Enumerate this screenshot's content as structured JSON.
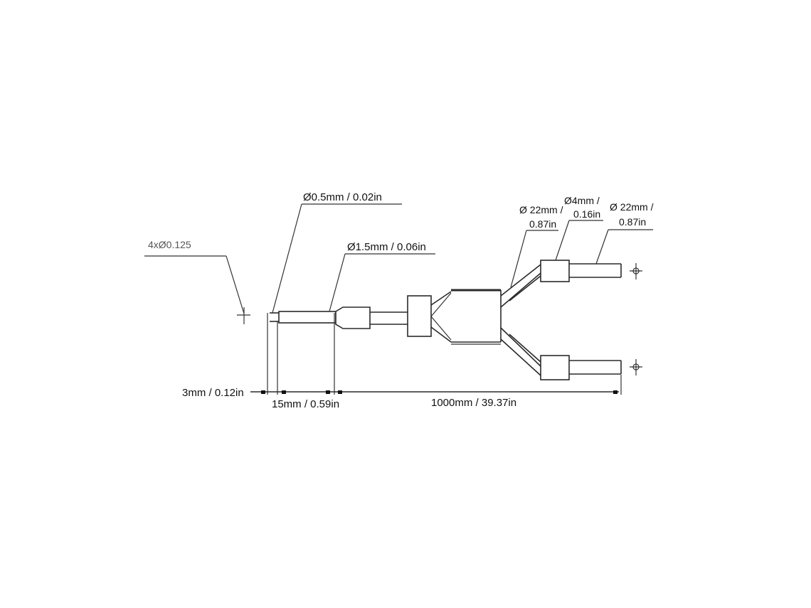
{
  "diagram": {
    "labels": {
      "fiber_diameter": "Ø0.5mm / 0.02in",
      "tube_diameter": "Ø1.5mm / 0.06in",
      "hole_spec": "4xØ0.125",
      "branch_diameter_1a": "Ø 22mm /",
      "branch_diameter_1b": "0.87in",
      "connector_diameter_a": "Ø4mm /",
      "connector_diameter_b": "0.16in",
      "branch_diameter_2a": "Ø 22mm /",
      "branch_diameter_2b": "0.87in",
      "dim_tip": "3mm / 0.12in",
      "dim_tube": "15mm / 0.59in",
      "dim_total": "1000mm / 39.37in"
    }
  }
}
